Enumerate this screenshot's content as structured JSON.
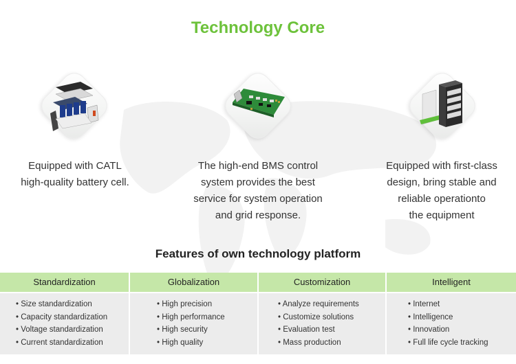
{
  "title": "Technology Core",
  "features": [
    {
      "icon": "battery-cell-icon",
      "lines": [
        "Equipped with CATL",
        "high-quality battery cell."
      ]
    },
    {
      "icon": "bms-board-icon",
      "lines": [
        "The high-end BMS control",
        "system provides the best",
        "service for system operation",
        "and grid response."
      ]
    },
    {
      "icon": "battery-cabinet-icon",
      "lines": [
        "Equipped with first-class",
        "design, bring stable and",
        "reliable operationto",
        "the equipment"
      ]
    }
  ],
  "platform_title": "Features of own technology platform",
  "columns": [
    {
      "header": "Standardization",
      "items": [
        "• Size standardization",
        "• Capacity standardization",
        "• Voltage standardization",
        "• Current standardization"
      ]
    },
    {
      "header": "Globalization",
      "items": [
        "• High precision",
        "• High performance",
        "• High security",
        "• High quality"
      ]
    },
    {
      "header": "Customization",
      "items": [
        "• Analyze requirements",
        "• Customize  solutions",
        "• Evaluation test",
        "• Mass production"
      ]
    },
    {
      "header": "Intelligent",
      "items": [
        "• Internet",
        "• Intelligence",
        "• Innovation",
        "• Full life cycle tracking"
      ]
    }
  ],
  "colors": {
    "accent": "#6dc23b",
    "header_bg": "#c5e7a8",
    "body_bg": "#ececec"
  }
}
